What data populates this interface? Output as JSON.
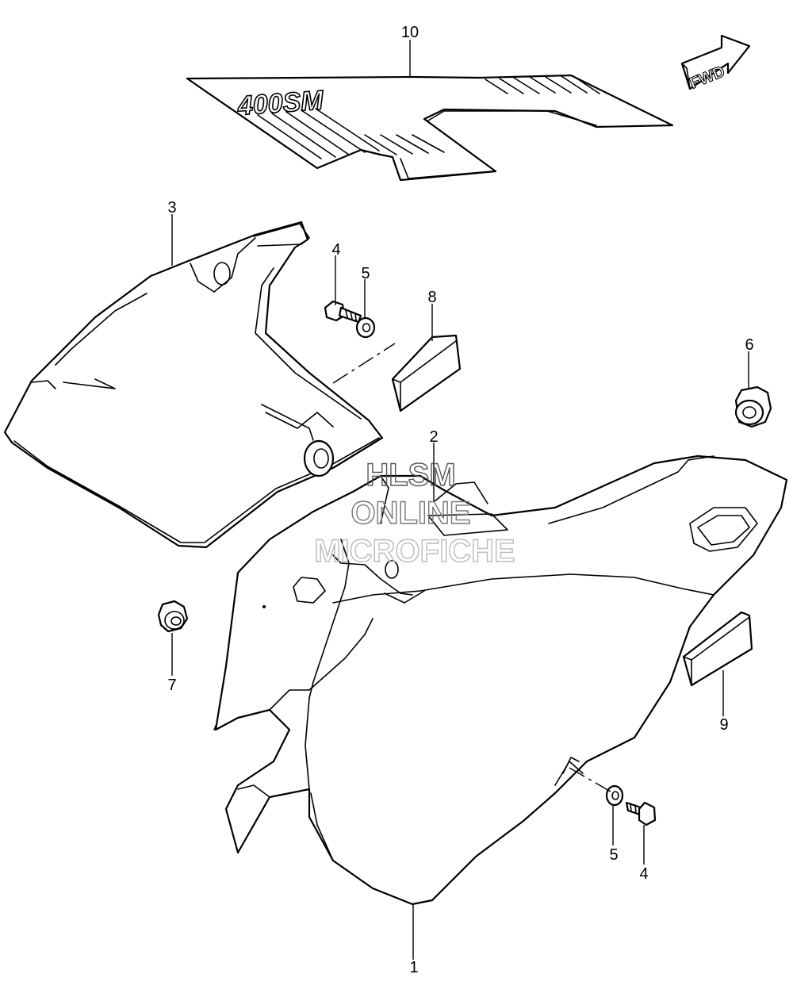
{
  "diagram": {
    "direction_badge": "FWD",
    "decal_text": "400SM",
    "watermark": [
      "HLSM",
      "ONLINE",
      "MICROFICHE"
    ],
    "watermark_color": "#9a9a9a",
    "callouts": {
      "c1": "1",
      "c2": "2",
      "c3": "3",
      "c4a": "4",
      "c4b": "4",
      "c5a": "5",
      "c5b": "5",
      "c6": "6",
      "c7": "7",
      "c8": "8",
      "c9": "9",
      "c10": "10"
    }
  }
}
